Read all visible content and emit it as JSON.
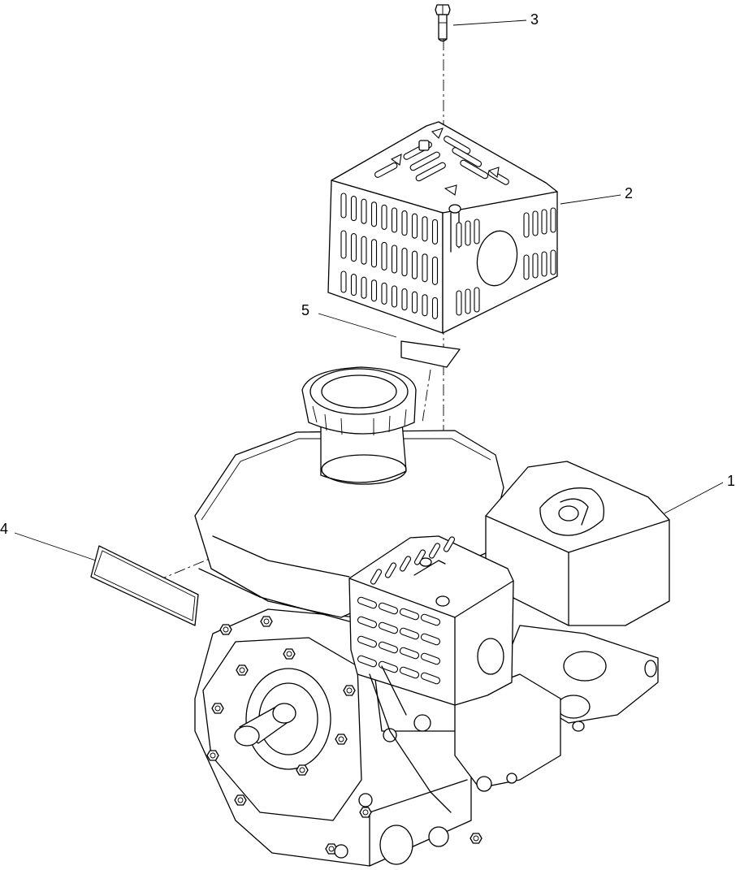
{
  "figure": {
    "callouts": [
      {
        "id": "1",
        "label": "1"
      },
      {
        "id": "2",
        "label": "2"
      },
      {
        "id": "3",
        "label": "3"
      },
      {
        "id": "4",
        "label": "4"
      },
      {
        "id": "5",
        "label": "5"
      }
    ],
    "parts": [
      {
        "callout": "1",
        "part": "engine"
      },
      {
        "callout": "2",
        "part": "muffler-guard"
      },
      {
        "callout": "3",
        "part": "bolt"
      },
      {
        "callout": "4",
        "part": "decal"
      },
      {
        "callout": "5",
        "part": "decal"
      }
    ]
  }
}
